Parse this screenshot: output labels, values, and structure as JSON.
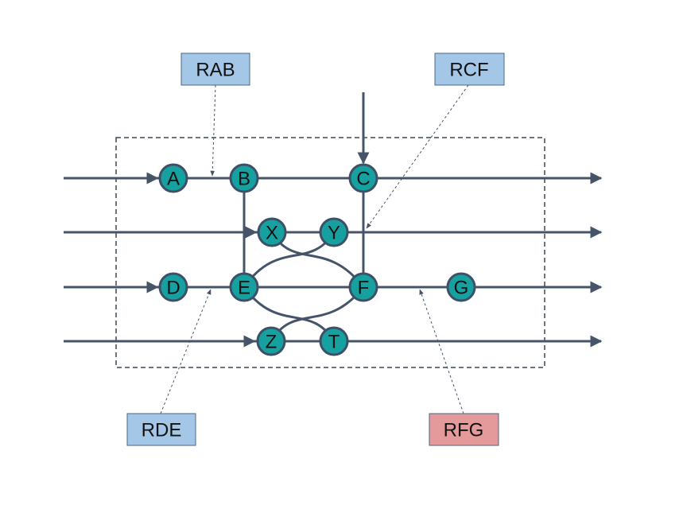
{
  "diagram": {
    "nodes": {
      "A": "A",
      "B": "B",
      "C": "C",
      "X": "X",
      "Y": "Y",
      "D": "D",
      "E": "E",
      "F": "F",
      "G": "G",
      "Z": "Z",
      "T": "T"
    },
    "labels": {
      "rab": "RAB",
      "rcf": "RCF",
      "rde": "RDE",
      "rfg": "RFG"
    },
    "colors": {
      "node_fill": "#16a0a0",
      "line": "#46546a",
      "label_blue": "#a4c6e7",
      "label_red": "#e49a9a"
    }
  }
}
